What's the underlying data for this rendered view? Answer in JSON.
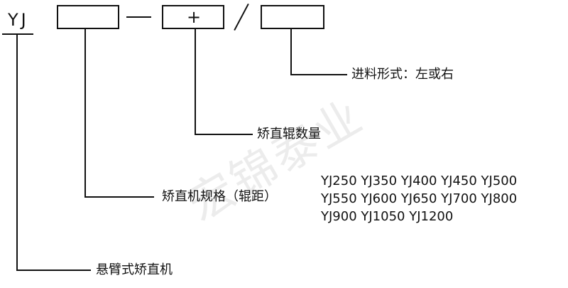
{
  "prefix": "YJ",
  "dash": "—",
  "plus": "+",
  "slash": "/",
  "labels": {
    "feed": "进料形式：左或右",
    "roll_count": "矫直辊数量",
    "spec": "矫直机规格（辊距）",
    "type": "悬臂式矫直机"
  },
  "models": [
    "YJ250 YJ350 YJ400 YJ450 YJ500",
    "YJ550 YJ600 YJ650 YJ700 YJ800",
    "YJ900 YJ1050 YJ1200"
  ],
  "watermark": "宏锦泰业"
}
